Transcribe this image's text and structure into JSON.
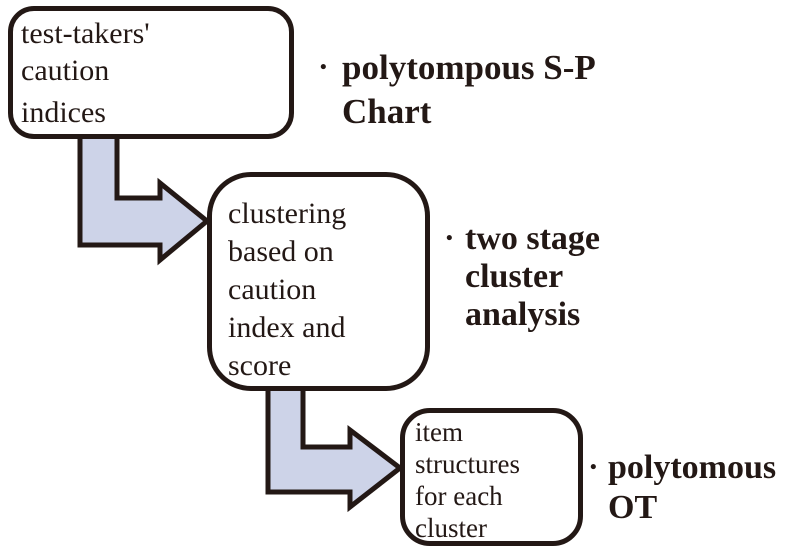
{
  "colors": {
    "ink": "#231815",
    "arrow_fill": "#cdd3e8",
    "bg": "#ffffff"
  },
  "bullet": "•",
  "nodes": [
    {
      "name": "test-takers-caution-indices",
      "lines": [
        "test-takers'",
        "caution",
        "indices"
      ]
    },
    {
      "name": "clustering-based-on-caution-index-and-score",
      "lines": [
        "clustering",
        "based on",
        "caution",
        "index and",
        "score"
      ]
    },
    {
      "name": "item-structures-for-each-cluster",
      "lines": [
        "item",
        "structures",
        "for each",
        "cluster"
      ]
    }
  ],
  "annotations": [
    {
      "name": "polytompous-sp-chart",
      "lines": [
        "polytompous S-P",
        "Chart"
      ]
    },
    {
      "name": "two-stage-cluster-analysis",
      "lines": [
        "two stage",
        "cluster",
        "analysis"
      ]
    },
    {
      "name": "polytomous-ot",
      "lines": [
        "polytomous",
        "OT"
      ]
    }
  ]
}
